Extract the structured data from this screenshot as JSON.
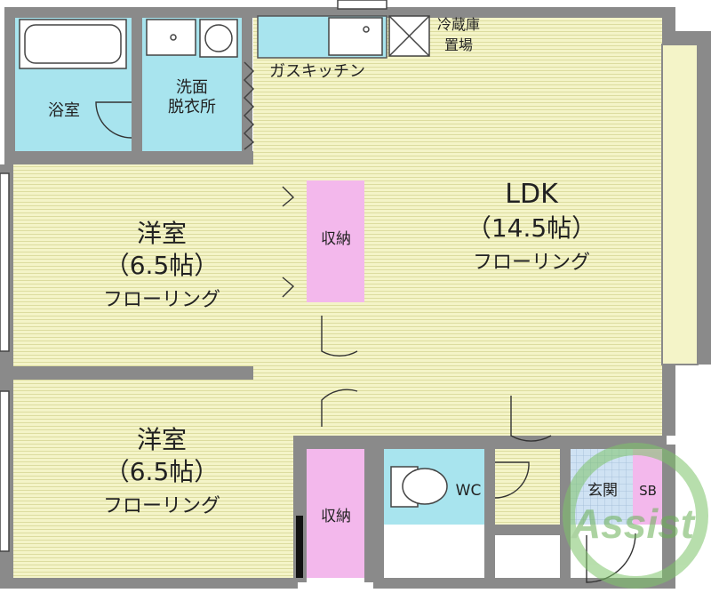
{
  "floor_plan": {
    "colors": {
      "wall": "#8a8a8a",
      "floor": "#f4f4c8",
      "floor_line": "#d9d99a",
      "wet": "#a8e4ee",
      "storage": "#f3b8ec",
      "entrance": "#cfe2f3",
      "watermark": "#7ec46a"
    },
    "rooms": {
      "ldk": {
        "name": "LDK",
        "size": "（14.5帖）",
        "floor": "フローリング"
      },
      "western_top": {
        "name": "洋室",
        "size": "（6.5帖）",
        "floor": "フローリング"
      },
      "western_bottom": {
        "name": "洋室",
        "size": "（6.5帖）",
        "floor": "フローリング"
      },
      "bathroom": {
        "name": "浴室"
      },
      "washroom": {
        "line1": "洗面",
        "line2": "脱衣所"
      },
      "kitchen": {
        "name": "ガスキッチン"
      },
      "fridge": {
        "line1": "冷蔵庫",
        "line2": "置場"
      },
      "storage_top": {
        "name": "収納"
      },
      "storage_bottom": {
        "name": "収納"
      },
      "wc": {
        "name": "WC"
      },
      "entrance": {
        "name": "玄関"
      },
      "shoe_box": {
        "name": "SB"
      }
    },
    "watermark": "Assist"
  }
}
